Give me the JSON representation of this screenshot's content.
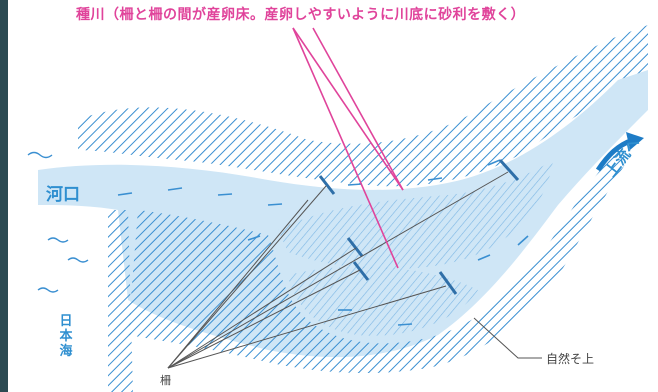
{
  "title": "種川（柵と柵の間が産卵床。産卵しやすいように川底に砂利を敷く）",
  "labels": {
    "river_mouth": "河口",
    "sea": "日本海",
    "upstream": "上流へ",
    "natural_levee": "自然そ上",
    "weir": "柵"
  },
  "colors": {
    "water": "#cfe6f6",
    "water_shade": "#a9d2ef",
    "hatch": "#3a8fd1",
    "callout": "#e0449b",
    "leader": "#555555"
  }
}
